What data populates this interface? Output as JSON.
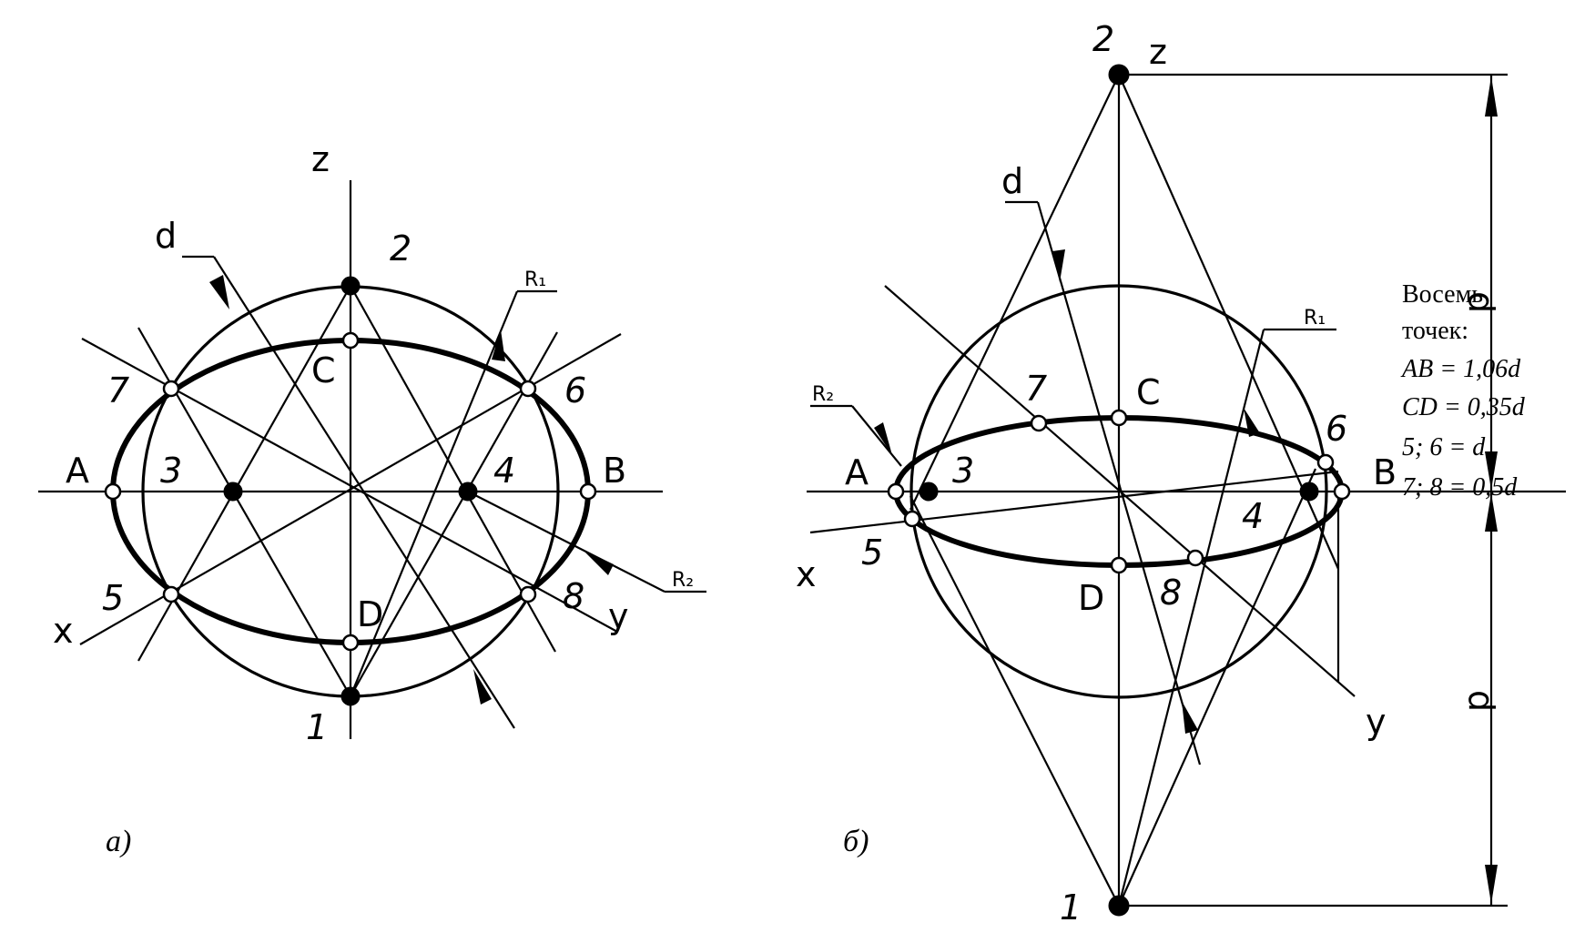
{
  "figure_a": {
    "caption": "а)",
    "axis_labels": {
      "z": "z",
      "x": "x",
      "y": "y"
    },
    "diameter_label": "d",
    "radius_labels": {
      "r1": "R₁",
      "r2": "R₂"
    },
    "point_labels": {
      "p1": "1",
      "p2": "2",
      "p3": "3",
      "p4": "4",
      "p5": "5",
      "p6": "6",
      "p7": "7",
      "p8": "8",
      "A": "A",
      "B": "B",
      "C": "C",
      "D": "D"
    }
  },
  "figure_b": {
    "caption": "б)",
    "axis_labels": {
      "z": "z",
      "x": "x",
      "y": "y"
    },
    "diameter_label": "d",
    "radius_labels": {
      "r1": "R₁",
      "r2": "R₂"
    },
    "point_labels": {
      "p1": "1",
      "p2": "2",
      "p3": "3",
      "p4": "4",
      "p5": "5",
      "p6": "6",
      "p7": "7",
      "p8": "8",
      "A": "A",
      "B": "B",
      "C": "C",
      "D": "D"
    },
    "dimension_labels": {
      "upper": "d",
      "lower": "d"
    },
    "note": {
      "line1": "Восемь",
      "line2": "точек:",
      "line3": "AB = 1,06d",
      "line4": "CD = 0,35d",
      "line5": "5; 6 = d",
      "line6": "7; 8 = 0,5d"
    }
  }
}
